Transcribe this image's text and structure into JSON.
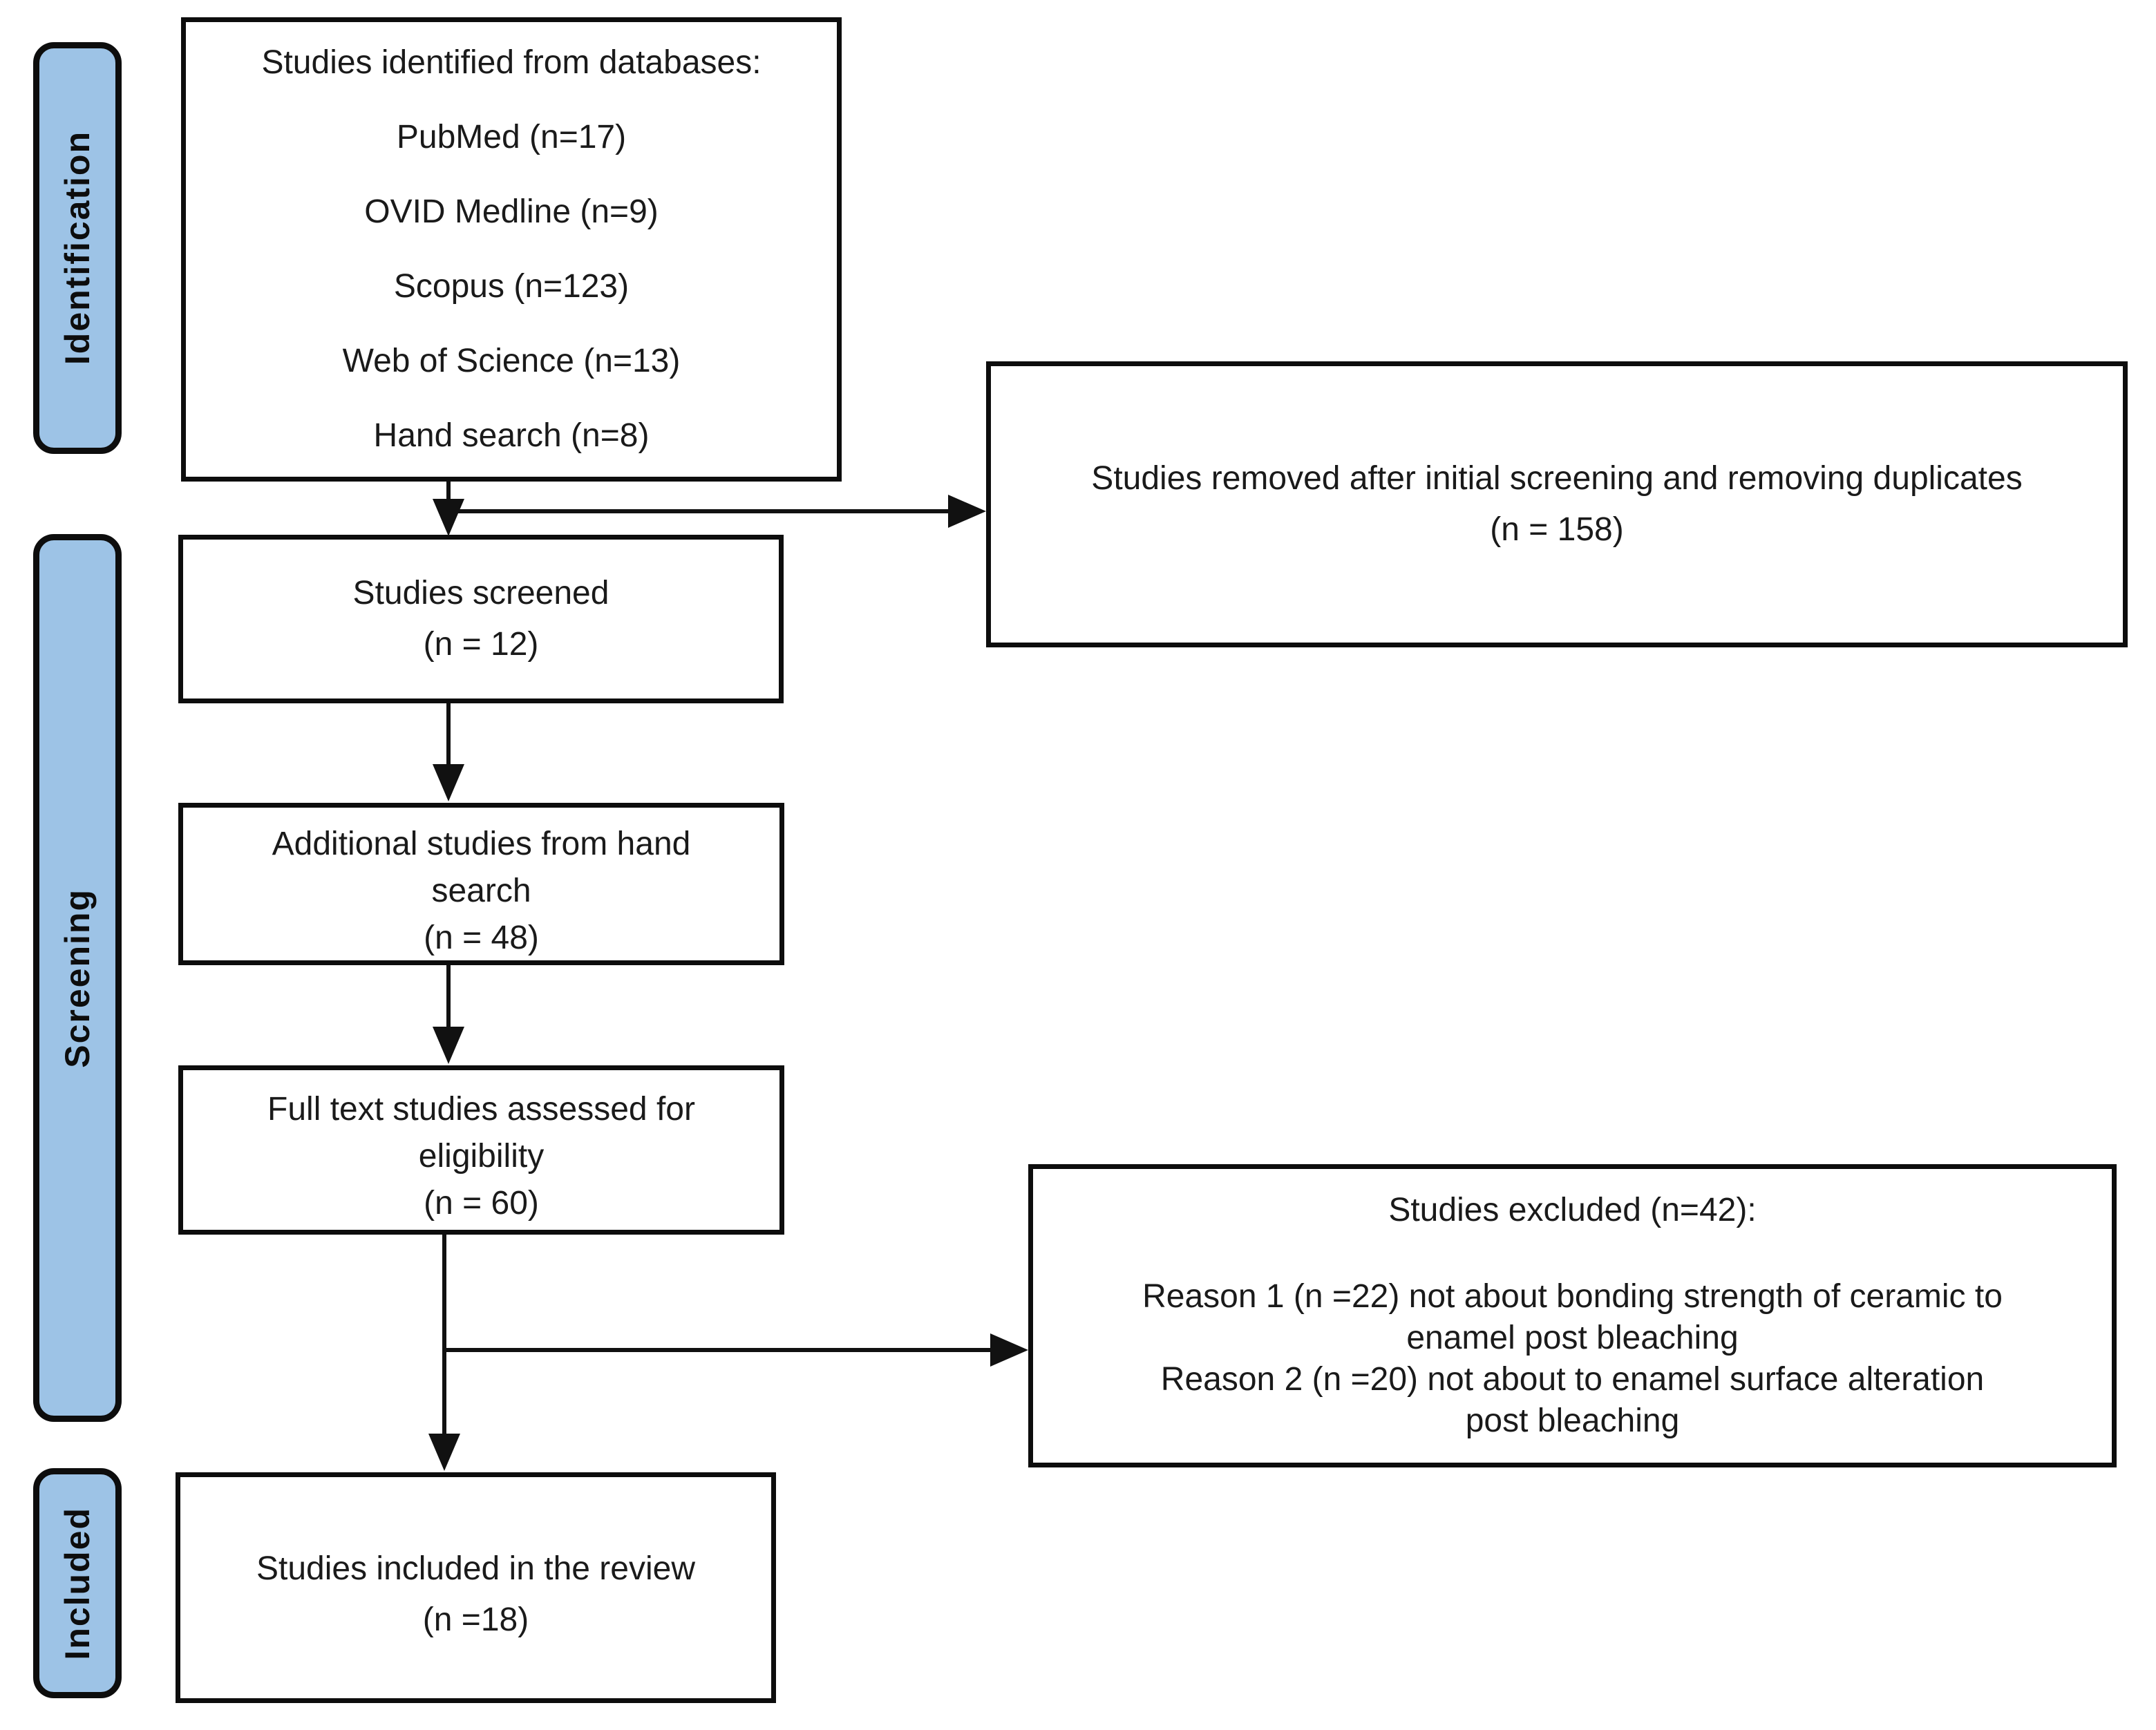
{
  "stages": {
    "identification": "Identification",
    "screening": "Screening",
    "included": "Included"
  },
  "boxes": {
    "identified": {
      "lines": [
        "Studies identified from databases:",
        "PubMed (n=17)",
        "OVID Medline (n=9)",
        "Scopus (n=123)",
        "Web of Science (n=13)",
        "Hand search (n=8)"
      ]
    },
    "removed": {
      "lines": [
        "Studies removed after initial screening and removing duplicates",
        "(n = 158)"
      ]
    },
    "screened": {
      "lines": [
        "Studies screened",
        "(n = 12)"
      ]
    },
    "hand_search": {
      "lines": [
        "Additional studies from hand",
        "search",
        "(n = 48)"
      ]
    },
    "full_text": {
      "lines": [
        "Full text studies assessed for",
        "eligibility",
        "(n = 60)"
      ]
    },
    "excluded": {
      "title": "Studies excluded (n=42):",
      "lines": [
        "Reason 1 (n =22) not about bonding strength of ceramic to",
        "enamel post bleaching",
        "Reason 2 (n =20) not about to enamel surface alteration",
        "post bleaching"
      ]
    },
    "included": {
      "lines": [
        "Studies included in the review",
        "(n =18)"
      ]
    }
  },
  "colors": {
    "stage_fill": "#9DC3E6",
    "box_border": "#0d0d0d",
    "arrow": "#111111",
    "background": "#ffffff"
  }
}
